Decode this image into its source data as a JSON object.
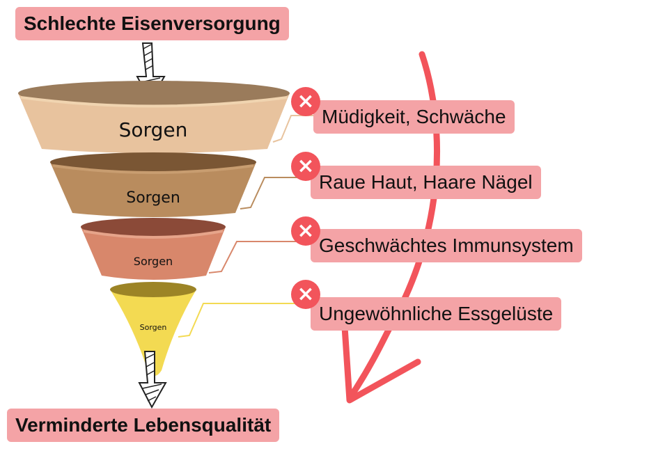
{
  "top_label": "Schlechte Eisenversorgung",
  "bottom_label": "Verminderte Lebensqualität",
  "funnel_layers": [
    {
      "label": "Sorgen",
      "color": "#e8c39e",
      "rim_color": "#9a7b5b"
    },
    {
      "label": "Sorgen",
      "color": "#b98c5e",
      "rim_color": "#7a5634"
    },
    {
      "label": "Sorgen",
      "color": "#d8876b",
      "rim_color": "#8b4a38"
    },
    {
      "label": "Sorgen",
      "color": "#f3da52",
      "rim_color": "#9c8426"
    }
  ],
  "symptoms": [
    {
      "label": "Müdigkeit, Schwäche",
      "icon": "close-x-icon"
    },
    {
      "label": "Raue Haut, Haare Nägel",
      "icon": "close-x-icon"
    },
    {
      "label": "Geschwächtes Immunsystem",
      "icon": "close-x-icon"
    },
    {
      "label": "Ungewöhnliche Essgelüste",
      "icon": "close-x-icon"
    }
  ],
  "colors": {
    "label_background": "#f4a3a6",
    "x_icon": "#f2545b",
    "big_arrow": "#f2545b"
  }
}
